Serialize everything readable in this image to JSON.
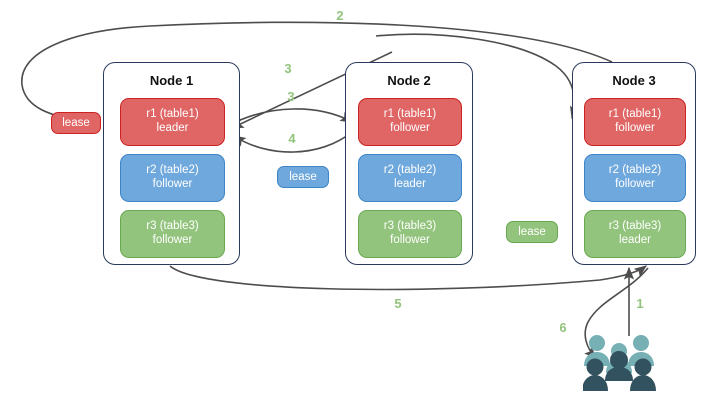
{
  "diagram": {
    "title": "raft-replication-lease-diagram",
    "colors": {
      "red_fill": "#e06666",
      "red_border": "#cc2222",
      "blue_fill": "#6fa8dc",
      "blue_border": "#3d85c6",
      "green_fill": "#93c47d",
      "green_border": "#6aa84f",
      "node_border": "#2a3a5c",
      "arrow": "#4d4d4d",
      "label_green": "#93c47d",
      "people_light": "#76b0b4",
      "people_dark": "#31525e"
    },
    "nodes": [
      {
        "title": "Node 1",
        "replicas": [
          {
            "name": "r1 (table1)",
            "role": "leader",
            "color": "red"
          },
          {
            "name": "r2 (table2)",
            "role": "follower",
            "color": "blue"
          },
          {
            "name": "r3 (table3)",
            "role": "follower",
            "color": "green"
          }
        ]
      },
      {
        "title": "Node 2",
        "replicas": [
          {
            "name": "r1 (table1)",
            "role": "follower",
            "color": "red"
          },
          {
            "name": "r2 (table2)",
            "role": "leader",
            "color": "blue"
          },
          {
            "name": "r3 (table3)",
            "role": "follower",
            "color": "green"
          }
        ]
      },
      {
        "title": "Node 3",
        "replicas": [
          {
            "name": "r1 (table1)",
            "role": "follower",
            "color": "red"
          },
          {
            "name": "r2 (table2)",
            "role": "follower",
            "color": "blue"
          },
          {
            "name": "r3 (table3)",
            "role": "leader",
            "color": "green"
          }
        ]
      }
    ],
    "leases": [
      {
        "label": "lease",
        "color": "red"
      },
      {
        "label": "lease",
        "color": "blue"
      },
      {
        "label": "lease",
        "color": "green"
      }
    ],
    "steps": [
      {
        "label": "1",
        "meaning": "client request to Node 3"
      },
      {
        "label": "2",
        "meaning": "lease lookup routed to table1 lease"
      },
      {
        "label": "3",
        "meaning": "forward to r1 leader on Node 1"
      },
      {
        "label": "3",
        "meaning": "replicate to r1 follower on Node 2"
      },
      {
        "label": "4",
        "meaning": "acknowledge back to r1 leader"
      },
      {
        "label": "5",
        "meaning": "response back to Node 3"
      },
      {
        "label": "6",
        "meaning": "result returned to clients"
      }
    ],
    "clients": {
      "icon": "people-group-icon",
      "count": 5
    }
  }
}
